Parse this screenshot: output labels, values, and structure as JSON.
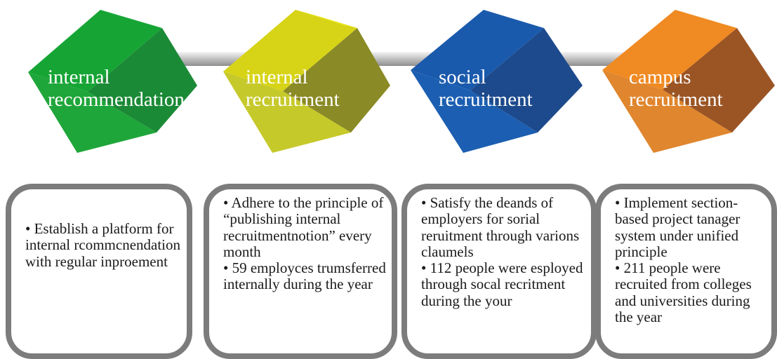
{
  "colors": {
    "cube_internal_recommendation": "#1fa63a",
    "cube_internal_recruitment": "#c8cc22",
    "cube_social_recruitment": "#1c5fb2",
    "cube_campus_recruitment": "#e8892a",
    "connector": "#b8b8b8",
    "card_border": "#7c7c7c"
  },
  "stages": [
    {
      "title": [
        "internal",
        "recommendation"
      ],
      "bullets": [
        "• Establish a platform for internal rcommcnendation with regular inproement"
      ]
    },
    {
      "title": [
        "internal",
        "recruitment"
      ],
      "bullets": [
        "• Adhere to the principle of “publishing internal recruitmentnotion” every month",
        "• 59 employces trumsferred internally during the year"
      ]
    },
    {
      "title": [
        "social",
        "recruitment"
      ],
      "bullets": [
        "• Satisfy the deands of employers for sorial reruitment through varions claumels",
        "• 112 people were esployed through socal recritment during the your"
      ]
    },
    {
      "title": [
        "campus",
        "recruitment"
      ],
      "bullets": [
        "• Implement section-based project tanager system under unified principle",
        "• 211 people were recruited from colleges and universities during the year"
      ]
    }
  ]
}
